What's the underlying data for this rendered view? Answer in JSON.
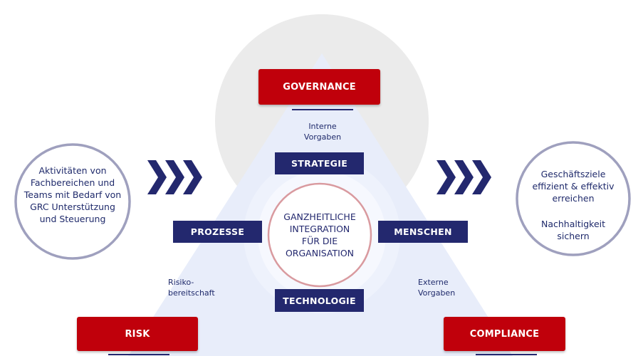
{
  "top": {
    "governance_label": "GOVERNANCE",
    "internal_requirements": "Interne\nVorgaben"
  },
  "bottom": {
    "risk_label": "RISK",
    "compliance_label": "COMPLIANCE"
  },
  "pillars": {
    "strategy": "STRATEGIE",
    "processes": "PROZESSE",
    "people": "MENSCHEN",
    "technology": "TECHNOLOGIE"
  },
  "center": {
    "text": "GANZHEITLICHE\nINTEGRATION\nFÜR DIE\nORGANISATION"
  },
  "side_labels": {
    "risk_appetite": "Risiko-\nbereitschaft",
    "external_requirements": "Externe\nVorgaben"
  },
  "left_circle": {
    "text": "Aktivitäten von\nFachbereichen und\nTeams mit Bedarf von\nGRC Unterstützung\nund Steuerung"
  },
  "right_circle": {
    "goals": "Geschäftsziele\neffizient & effektiv\nerreichen",
    "sustainability": "Nachhaltigkeit\nsichern"
  },
  "colors": {
    "red": "#c0000b",
    "navy": "#23286e",
    "light_blue": "#e8edfa",
    "grey_circle": "#ebebeb",
    "circle_border": "#9fa0be",
    "center_border": "#d99a9f"
  }
}
